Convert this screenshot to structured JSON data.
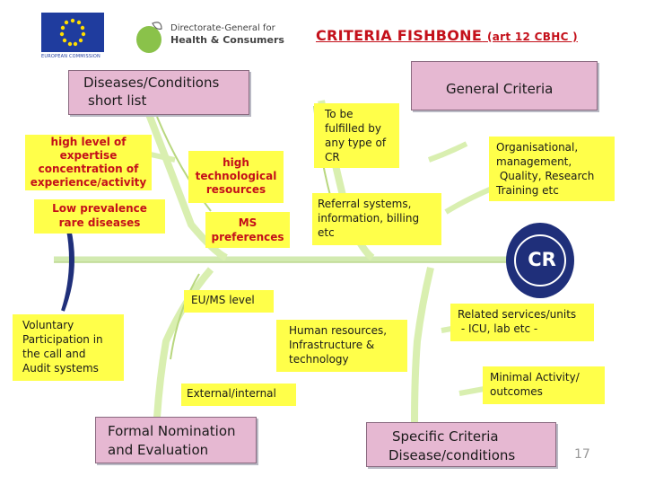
{
  "header": {
    "eu_logo_caption": "EUROPEAN COMMISSION",
    "dg_line1": "Directorate-General for",
    "dg_line2": "Health & Consumers",
    "title_main": "CRITERIA FISHBONE",
    "title_sub": "(art 12 CBHC )"
  },
  "top_boxes": {
    "diseases": [
      "Diseases/Conditions",
      "short list"
    ],
    "general": "General Criteria"
  },
  "left_labels": {
    "expertise": [
      "high level of",
      "expertise",
      "concentration of",
      "experience/activity"
    ],
    "prevalence": [
      "Low prevalence",
      "rare diseases"
    ],
    "technological": [
      "high",
      "technological",
      "resources"
    ],
    "ms_pref": [
      "MS",
      "preferences"
    ]
  },
  "general_labels": {
    "fulfilled": [
      "To be",
      "fulfilled by",
      "any type of",
      "CR"
    ],
    "organisational": [
      "Organisational,",
      "management,",
      " Quality, Research",
      "Training etc"
    ],
    "referral": [
      "Referral systems,",
      "information, billing",
      "etc"
    ]
  },
  "head_label": "CR",
  "lower_labels": {
    "eu_ms": "EU/MS level",
    "voluntary": [
      "Voluntary",
      "Participation in",
      "the call and",
      "Audit systems"
    ],
    "human": [
      "Human resources,",
      "Infrastructure &",
      "technology"
    ],
    "related": [
      "Related services/units",
      " - ICU, lab etc -"
    ],
    "external": "External/internal",
    "minimal": [
      "Minimal Activity/",
      "outcomes"
    ]
  },
  "bottom_boxes": {
    "formal": [
      "Formal Nomination",
      "and Evaluation"
    ],
    "specific": [
      "Specific Criteria",
      "Disease/conditions"
    ]
  },
  "page_number": "17",
  "colors": {
    "pink": "#e6b8d2",
    "yellow": "#ffff4a",
    "green_bone": "#d9efb0",
    "navy": "#1f2f7a",
    "title_red": "#c4101a"
  }
}
